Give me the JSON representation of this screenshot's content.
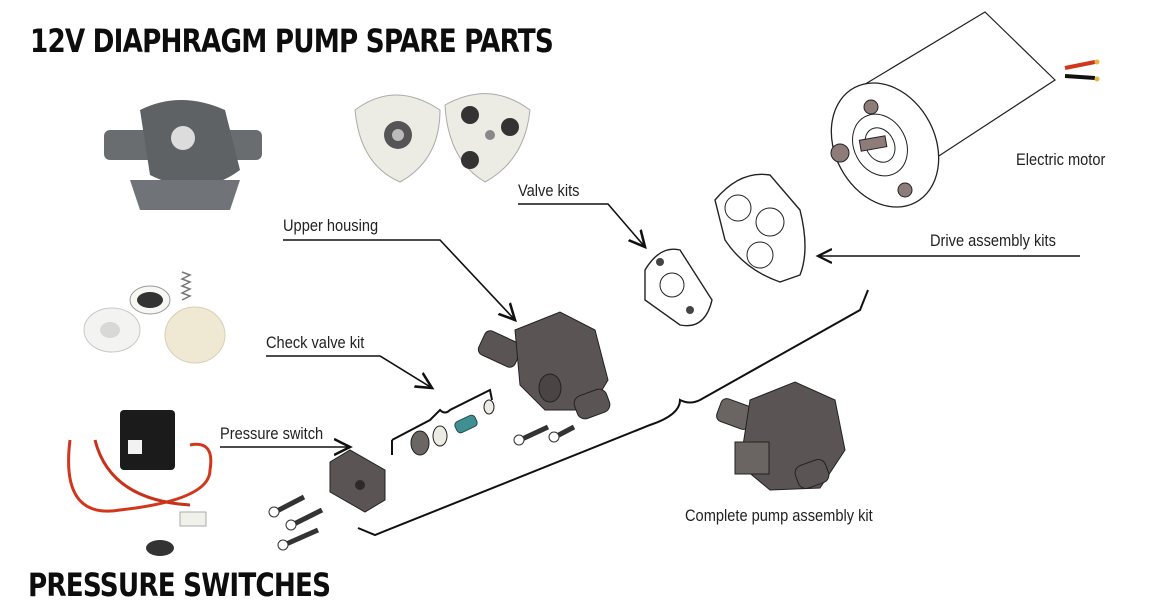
{
  "header": {
    "title": "12V DIAPHRAGM PUMP SPARE PARTS"
  },
  "footer": {
    "title": "PRESSURE SWITCHES"
  },
  "labels": {
    "electric_motor": "Electric motor",
    "drive_assembly_kits": "Drive assembly kits",
    "valve_kits": "Valve kits",
    "upper_housing": "Upper housing",
    "check_valve_kit": "Check valve kit",
    "pressure_switch": "Pressure switch",
    "complete_pump_assembly_kit": "Complete pump assembly kit"
  },
  "colors": {
    "part_dark": "#5a5554",
    "part_light": "#efeee9",
    "wire_red": "#d2361c",
    "spring_teal": "#3f8f93",
    "text": "#111111"
  }
}
